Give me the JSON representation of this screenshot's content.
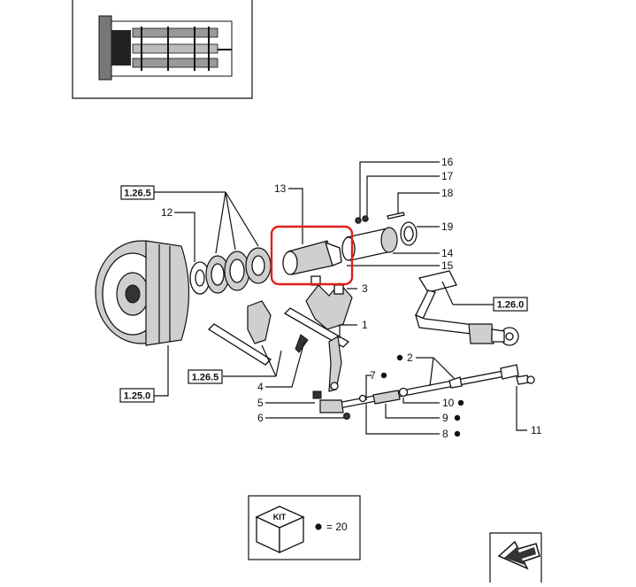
{
  "callouts": {
    "c1": "1",
    "c2": "2",
    "c3": "3",
    "c4": "4",
    "c5": "5",
    "c6": "6",
    "c7": "7",
    "c8": "8",
    "c9": "9",
    "c10": "10",
    "c11": "11",
    "c12": "12",
    "c13": "13",
    "c14": "14",
    "c15": "15",
    "c16": "16",
    "c17": "17",
    "c18": "18",
    "c19": "19"
  },
  "refs": {
    "r1": "1.26.5",
    "r2": "1.26.5",
    "r3": "1.26.0",
    "r4": "1.25.0"
  },
  "kit": {
    "label": "KIT",
    "legend": "= 20"
  },
  "highlight": {
    "color": "#e0201b"
  }
}
